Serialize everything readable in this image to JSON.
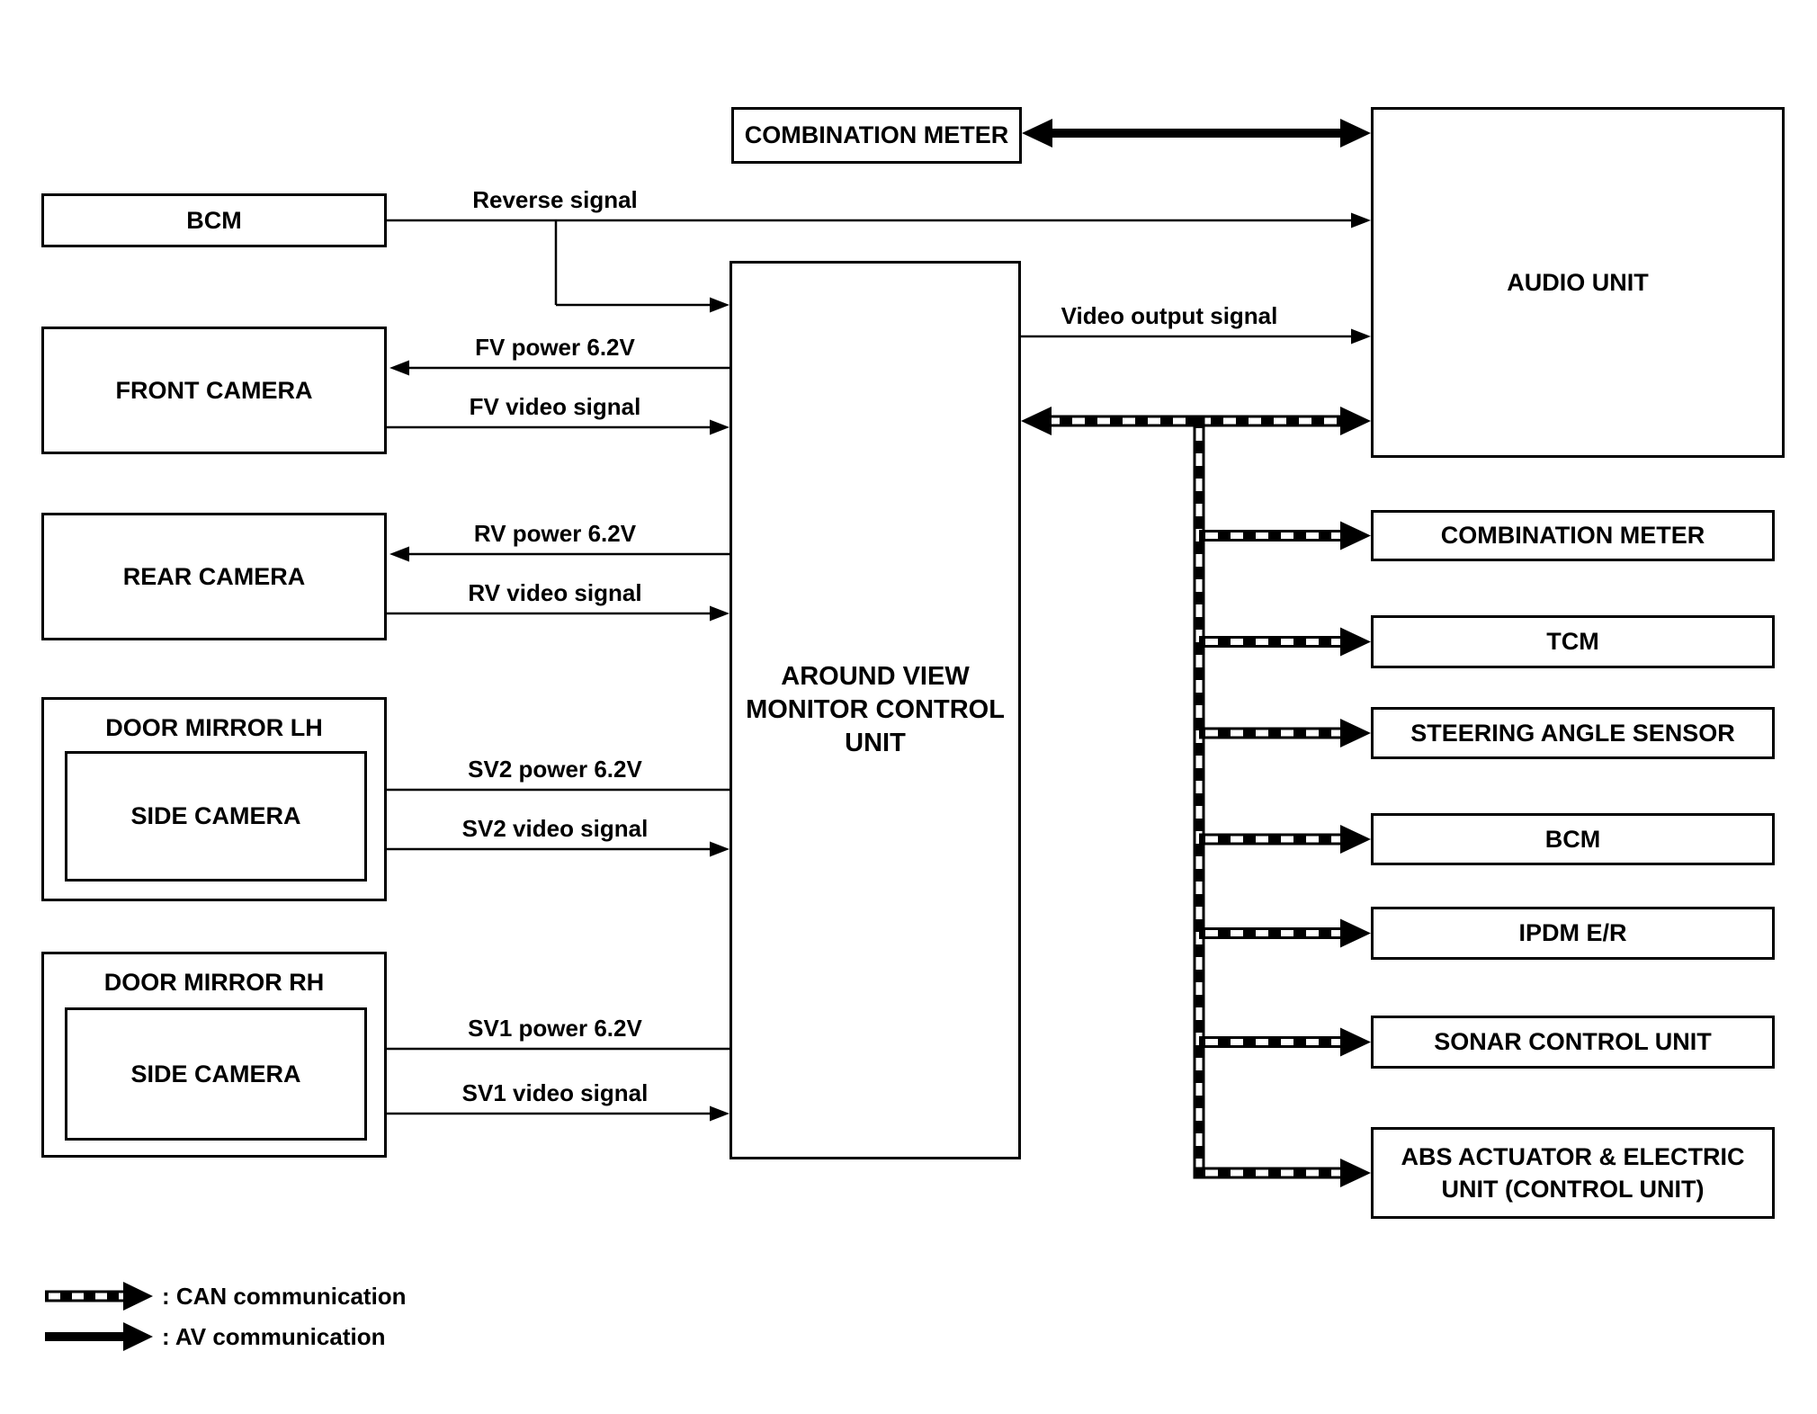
{
  "diagram": {
    "top_row": {
      "combination_meter": "COMBINATION METER",
      "audio_unit": "AUDIO UNIT"
    },
    "left_column": {
      "bcm": "BCM",
      "front_camera": "FRONT CAMERA",
      "rear_camera": "REAR CAMERA",
      "door_mirror_lh": "DOOR MIRROR LH",
      "side_camera_lh": "SIDE CAMERA",
      "door_mirror_rh": "DOOR MIRROR RH",
      "side_camera_rh": "SIDE CAMERA"
    },
    "center_unit": {
      "line1": "AROUND VIEW",
      "line2": "MONITOR CONTROL",
      "line3": "UNIT"
    },
    "signals": {
      "reverse": "Reverse signal",
      "fv_power": "FV power 6.2V",
      "fv_video": "FV video signal",
      "rv_power": "RV power 6.2V",
      "rv_video": "RV video signal",
      "sv2_power": "SV2 power 6.2V",
      "sv2_video": "SV2 video signal",
      "sv1_power": "SV1 power 6.2V",
      "sv1_video": "SV1 video signal",
      "video_output": "Video output signal"
    },
    "right_column": {
      "items": [
        "COMBINATION METER",
        "TCM",
        "STEERING ANGLE SENSOR",
        "BCM",
        "IPDM E/R",
        "SONAR CONTROL UNIT"
      ],
      "abs": {
        "line1": "ABS ACTUATOR & ELECTRIC",
        "line2": "UNIT (CONTROL UNIT)"
      }
    },
    "legend": {
      "can": ": CAN communication",
      "av": ": AV communication"
    },
    "colors": {
      "line": "#000000",
      "background": "#ffffff"
    }
  }
}
